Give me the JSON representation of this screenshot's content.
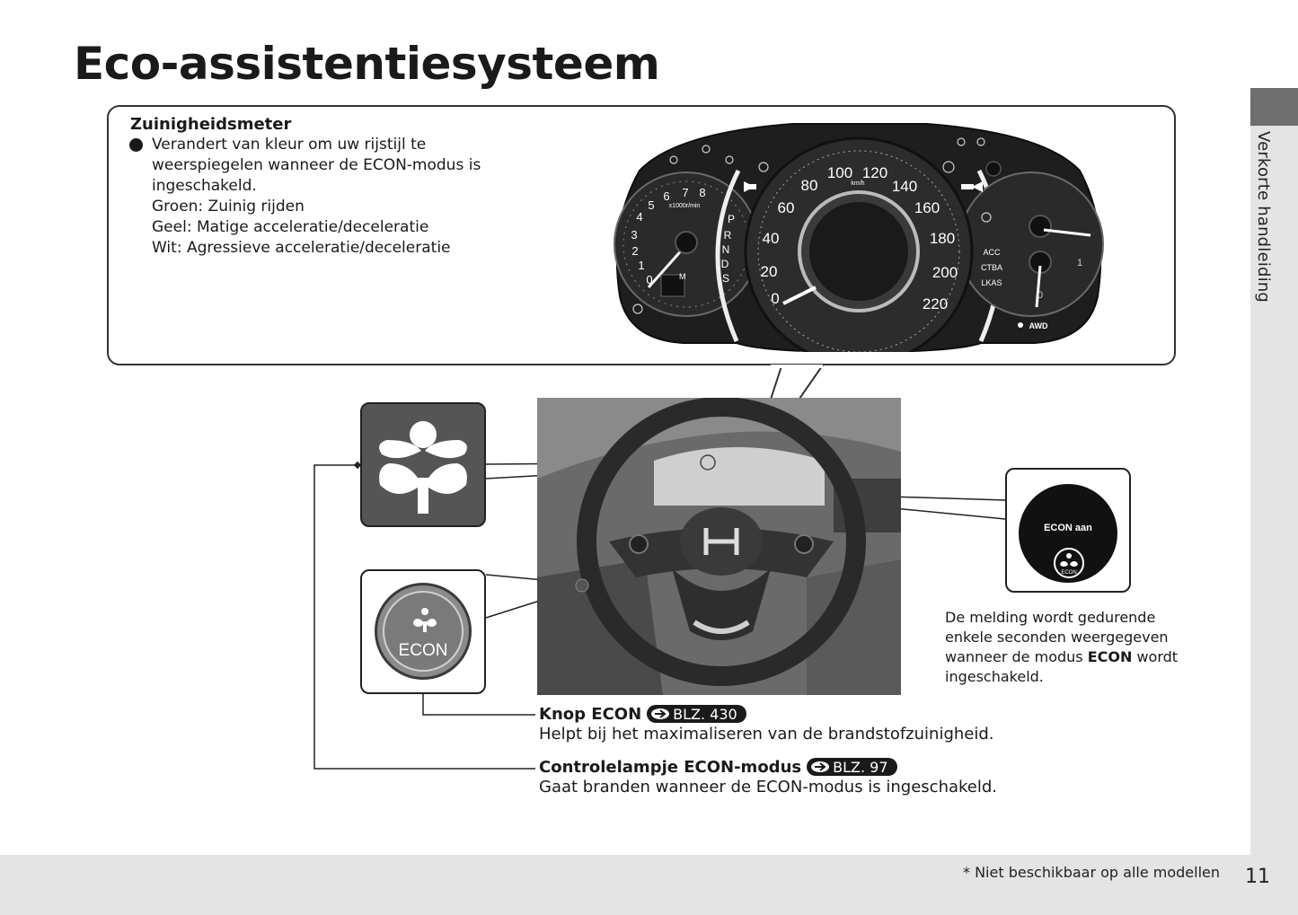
{
  "title": "Eco-assistentiesysteem",
  "side_tab": {
    "label": "Verkorte handleiding"
  },
  "meter": {
    "heading": "Zuinigheidsmeter",
    "lines": [
      "Verandert van kleur om uw rijstijl te",
      "weerspiegelen wanneer de ECON-modus is",
      "ingeschakeld.",
      "Groen: Zuinig rijden",
      "Geel: Matige acceleratie/deceleratie",
      "Wit: Agressieve acceleratie/deceleratie"
    ]
  },
  "cluster": {
    "speed_ticks": [
      "0",
      "20",
      "40",
      "60",
      "80",
      "100",
      "120",
      "140",
      "160",
      "180",
      "200",
      "220"
    ],
    "speed_unit": "km/h",
    "rpm_ticks": [
      "0",
      "1",
      "2",
      "3",
      "4",
      "5",
      "6",
      "7",
      "8"
    ],
    "rpm_unit": "x1000r/min",
    "gear_letters": [
      "P",
      "R",
      "N",
      "D",
      "S"
    ],
    "right_labels": [
      "ACC",
      "CTBA",
      "LKAS"
    ],
    "awd_label": "AWD",
    "gauge_marks": [
      "1",
      "0"
    ],
    "shift_letter": "M"
  },
  "econ_button": {
    "label": "ECON"
  },
  "message": {
    "display_text": "ECON aan",
    "icon_label": "ECON",
    "note_lines": [
      {
        "text": "De melding wordt gedurende"
      },
      {
        "text": "enkele seconden weergegeven"
      },
      {
        "before": "wanneer de modus ",
        "bold": "ECON",
        "after": " wordt"
      },
      {
        "text": "ingeschakeld."
      }
    ]
  },
  "items": [
    {
      "heading": "Knop ECON",
      "ref": "BLZ. 430",
      "description": "Helpt bij het maximaliseren van de brandstofzuinigheid."
    },
    {
      "heading": "Controlelampje ECON-modus",
      "ref": "BLZ. 97",
      "description": "Gaat branden wanneer de ECON-modus is ingeschakeld."
    }
  ],
  "footer": {
    "footnote": "* Niet beschikbaar op alle modellen",
    "page_number": "11"
  }
}
